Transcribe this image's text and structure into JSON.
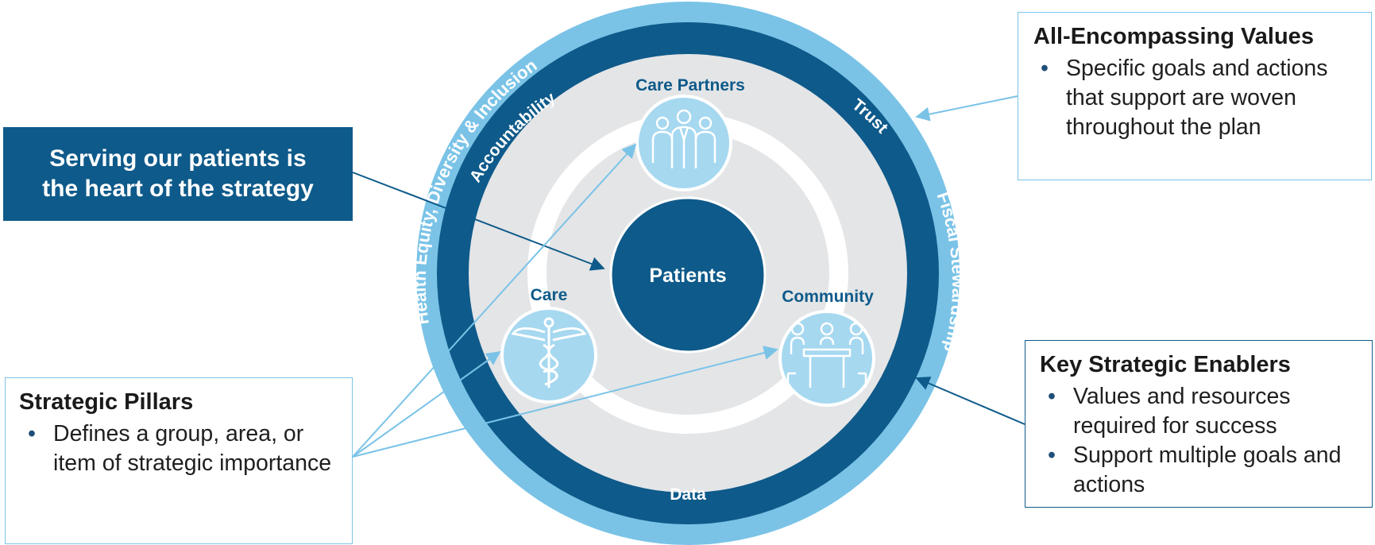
{
  "heart_callout": {
    "line1": "Serving our patients is",
    "line2": "the heart of the strategy"
  },
  "values_box": {
    "title": "All-Encompassing Values",
    "bullets": [
      "Specific goals and actions that support are woven throughout the plan"
    ]
  },
  "enablers_box": {
    "title": "Key Strategic Enablers",
    "bullets": [
      "Values and resources required for success",
      "Support multiple goals and actions"
    ]
  },
  "pillars_box": {
    "title": "Strategic Pillars",
    "bullets": [
      "Defines a group, area, or item of strategic importance"
    ]
  },
  "diagram": {
    "outer_ring_text": "Health Equity, Diversity & Inclusion",
    "right_ring_text": "Fiscal Stewardship",
    "dark_ring": {
      "accountability": "Accountability",
      "trust": "Trust",
      "data": "Data"
    },
    "center": "Patients",
    "pillars": {
      "care_partners": "Care Partners",
      "care": "Care",
      "community": "Community"
    },
    "icons": [
      "people-group-icon",
      "caduceus-icon",
      "meeting-table-icon"
    ]
  },
  "colors": {
    "outer_ring": "#7ac3e7",
    "dark_ring": "#0e5a8a",
    "inner_disc": "#e4e5e7",
    "center": "#0e5a8a",
    "icon_circle": "#a6d8f0",
    "light_arrow": "#7ac3e7",
    "dark_arrow": "#0e5a8a"
  }
}
